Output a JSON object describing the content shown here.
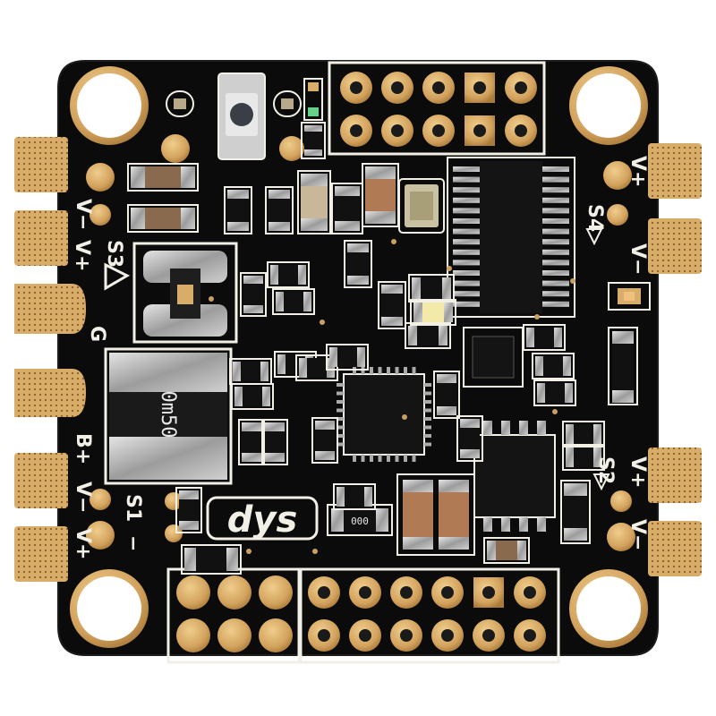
{
  "board": {
    "logo": "dys",
    "shunt_marking": "0m50",
    "small_resistor_marking": "000",
    "colors": {
      "pcb": "#0b0b0b",
      "gold": "#d8ad6a",
      "gold_dark": "#a97a3a",
      "silk": "#f2efe6",
      "chip": "#141414",
      "solder": "#b9b9b9"
    }
  },
  "labels": {
    "left_top_v_minus": "V−",
    "left_top_v_plus": "V+",
    "left_s3": "S3",
    "left_g": "G",
    "left_b_plus": "B+",
    "left_bottom_v_minus": "V−",
    "left_bottom_v_plus": "V+",
    "left_s1": "S1",
    "left_minus": "−",
    "right_top_v_plus": "V+",
    "right_s4": "S4",
    "right_top_v_minus": "V−",
    "right_bottom_v_plus": "V+",
    "right_s2": "S2",
    "right_bottom_v_minus": "V−"
  }
}
